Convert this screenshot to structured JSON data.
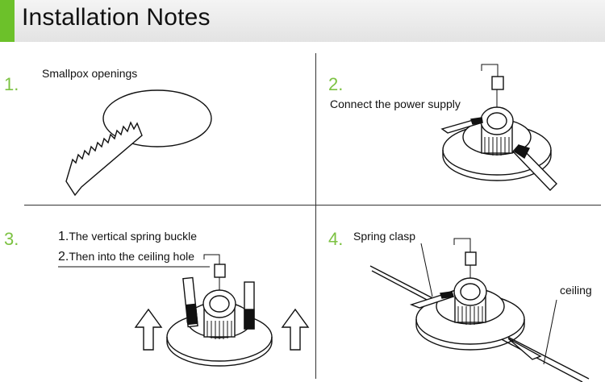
{
  "header": {
    "title": "Installation Notes",
    "accent_color": "#6cc12a"
  },
  "steps": [
    {
      "number": "1.",
      "labels": [
        "Smallpox openings"
      ]
    },
    {
      "number": "2.",
      "labels": [
        "Connect the power supply"
      ]
    },
    {
      "number": "3.",
      "labels": [
        "1.",
        "The vertical spring buckle",
        "2.",
        "Then into the ceiling hole"
      ]
    },
    {
      "number": "4.",
      "labels": [
        "Spring clasp",
        "ceiling"
      ]
    }
  ],
  "step_number_color": "#7cc242"
}
